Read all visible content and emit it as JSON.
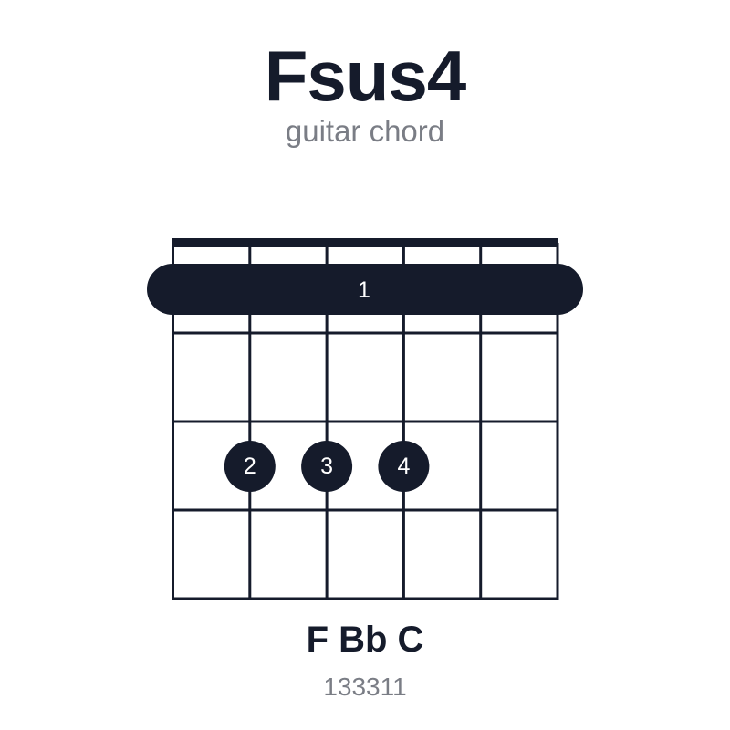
{
  "chord": {
    "name": "Fsus4",
    "subtitle": "guitar chord",
    "notes": "F Bb C",
    "fingering": "133311"
  },
  "diagram": {
    "strings": 6,
    "frets_shown": 4,
    "barre": {
      "fret": 1,
      "finger": "1",
      "from_string": 1,
      "to_string": 6
    },
    "dots": [
      {
        "fret": 3,
        "string": 2,
        "finger": "2"
      },
      {
        "fret": 3,
        "string": 3,
        "finger": "3"
      },
      {
        "fret": 3,
        "string": 4,
        "finger": "4"
      }
    ]
  },
  "colors": {
    "ink": "#151b2b",
    "muted": "#7a7d85",
    "background": "#ffffff",
    "dot_text": "#ffffff"
  }
}
